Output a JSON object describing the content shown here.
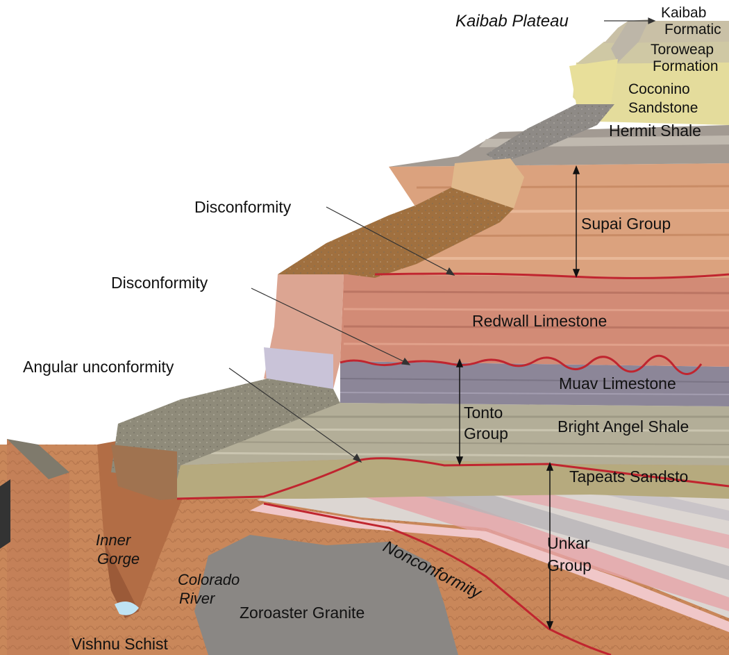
{
  "labels": {
    "kaibab_plateau": "Kaibab Plateau",
    "kaibab_formation": [
      "Kaibab",
      "Formatic"
    ],
    "toroweap_formation": [
      "Toroweap",
      "Formation"
    ],
    "coconino_sandstone": [
      "Coconino",
      "Sandstone"
    ],
    "hermit_shale": "Hermit Shale",
    "supai_group": "Supai Group",
    "redwall_limestone": "Redwall Limestone",
    "muav_limestone": "Muav Limestone",
    "tonto_group": [
      "Tonto",
      "Group"
    ],
    "bright_angel_shale": "Bright Angel Shale",
    "tapeats_sandstone": "Tapeats Sandsto",
    "unkar_group": [
      "Unkar",
      "Group"
    ],
    "nonconformity": "Nonconformity",
    "disconformity_upper": "Disconformity",
    "disconformity_lower": "Disconformity",
    "angular_unconformity": "Angular unconformity",
    "inner_gorge": [
      "Inner",
      "Gorge"
    ],
    "colorado_river": [
      "Colorado",
      "River"
    ],
    "zoroaster_granite": "Zoroaster Granite",
    "vishnu_schist": "Vishnu Schist"
  },
  "colors": {
    "contact_line": "#c0252f",
    "supai": "#dba27e",
    "redwall": "#d28b76",
    "muav": "#8c8698",
    "bright_angel": "#b3ae98",
    "tapeats": "#b6aa7e",
    "unkar_light": "#dcd6d2",
    "unkar_pink": "#e6a4a8",
    "granite": "#8a8784",
    "schist": "#c9875a",
    "coconino": "#e4dc9c",
    "hermit": "#a29a92",
    "river": "#bfe3f3"
  }
}
